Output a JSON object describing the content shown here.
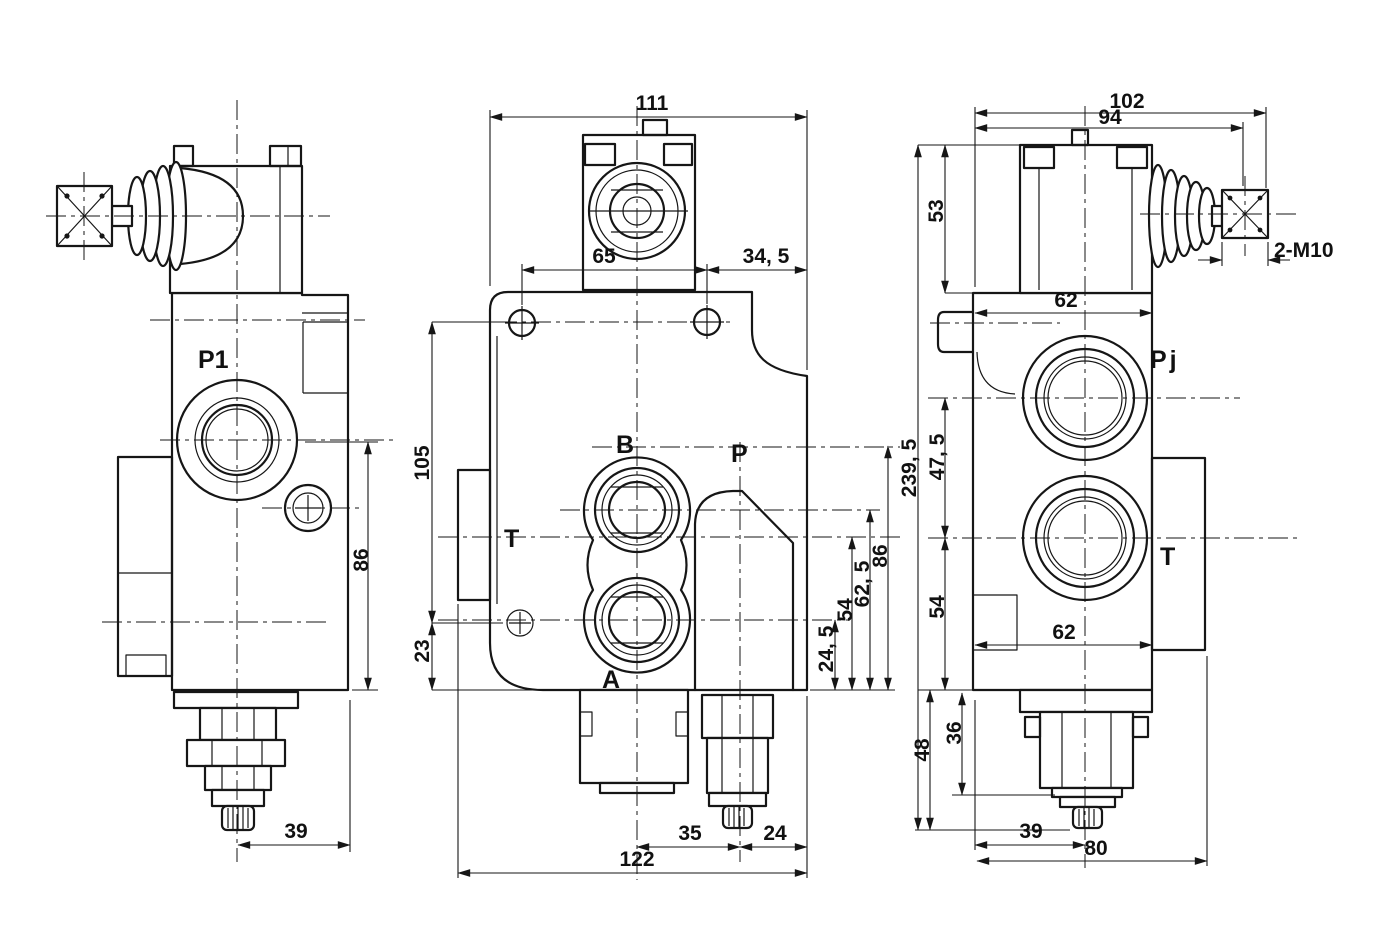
{
  "drawing": {
    "kind": "hydraulic-directional-valve-3-view",
    "line_color": "#161616",
    "background": "#ffffff",
    "views": {
      "left": {
        "label_p1": "P1",
        "dim_86": "86",
        "dim_39": "39"
      },
      "front": {
        "dim_111": "111",
        "dim_65": "65",
        "dim_34_5": "34, 5",
        "label_b": "B",
        "label_a": "A",
        "label_p": "P",
        "label_t": "T",
        "dim_105": "105",
        "dim_23": "23",
        "dim_24_5": "24, 5",
        "dim_54": "54",
        "dim_62_5": "62, 5",
        "dim_86": "86",
        "dim_35": "35",
        "dim_24": "24",
        "dim_122": "122"
      },
      "right": {
        "dim_102": "102",
        "dim_94": "94",
        "dim_53": "53",
        "dim_62_top": "62",
        "dim_62_bottom": "62",
        "label_pj": "Pj",
        "label_t": "T",
        "label_thread": "2-M10",
        "dim_239_5": "239, 5",
        "dim_47_5": "47, 5",
        "dim_54": "54",
        "dim_48": "48",
        "dim_36": "36",
        "dim_39": "39",
        "dim_80": "80"
      }
    }
  }
}
